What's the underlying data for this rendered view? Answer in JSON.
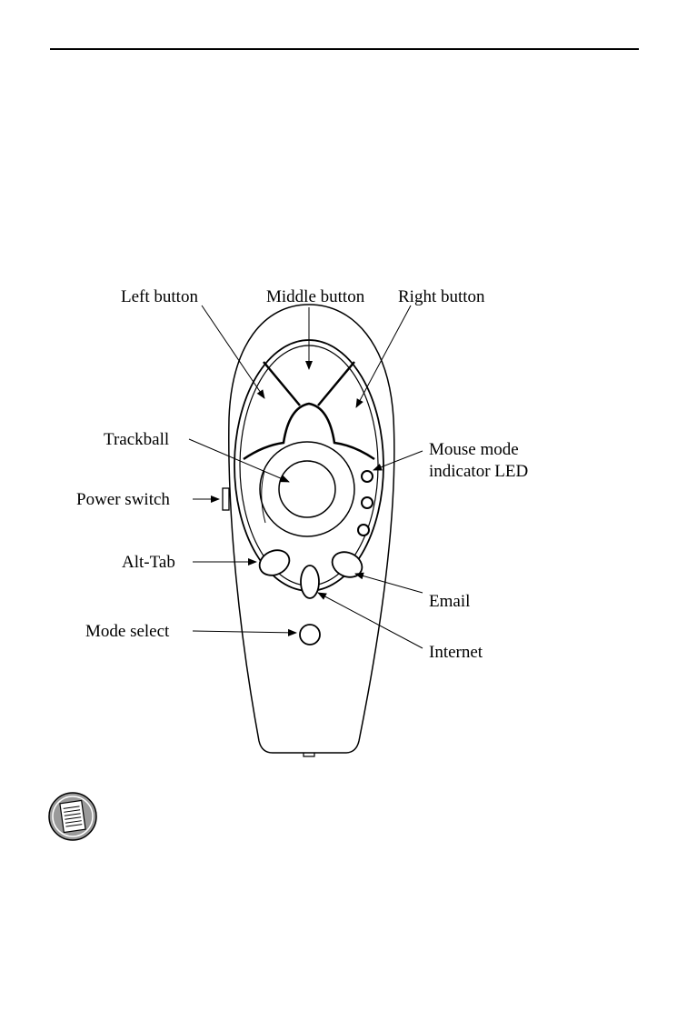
{
  "labels": {
    "left_button": "Left button",
    "middle_button": "Middle button",
    "right_button": "Right button",
    "trackball": "Trackball",
    "mouse_mode_line1": "Mouse mode",
    "mouse_mode_line2": "indicator LED",
    "power_switch": "Power switch",
    "alt_tab": "Alt-Tab",
    "email": "Email",
    "mode_select": "Mode select",
    "internet": "Internet"
  },
  "icons": {
    "note": "note-icon"
  }
}
